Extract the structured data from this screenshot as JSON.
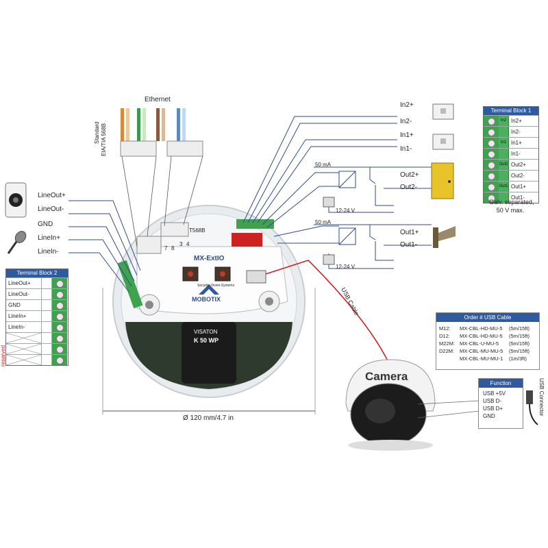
{
  "ethernet": {
    "title": "Ethernet",
    "standard_line1": "Standard",
    "standard_line2": "EIA/TIA 568B"
  },
  "device": {
    "name": "MX-ExtIO",
    "brand": "MOBOTIX",
    "tagline": "Security-Vision-Systems",
    "speaker_brand": "VISATON",
    "speaker_model": "K 50 WP",
    "diameter": "Ø 120 mm/4.7 in",
    "t568_label": "T568B",
    "pin_numbers": [
      "7",
      "8",
      "3",
      "4"
    ]
  },
  "left_signals": [
    "LineOut+",
    "LineOut-",
    "GND",
    "LineIn+",
    "LineIn-"
  ],
  "right_signals": {
    "inputs": [
      "In2+",
      "In2-",
      "In1+",
      "In1-"
    ],
    "outputs": [
      "Out2+",
      "Out2-",
      "Out1+",
      "Out1-"
    ],
    "current_label": "50 mA",
    "voltage_label": "12-24 V"
  },
  "terminal_block_1": {
    "title": "Terminal Block 1",
    "rows": [
      "In2+",
      "In2-",
      "In1+",
      "In1-",
      "Out2+",
      "Out2-",
      "Out1+",
      "Out1-"
    ],
    "groups": [
      "In2",
      "In1",
      "Out2",
      "Out1"
    ],
    "note_line1": "Galv. separated,",
    "note_line2": "50 V max."
  },
  "terminal_block_2": {
    "title": "Terminal Block 2",
    "rows": [
      "LineOut+",
      "LineOut-",
      "GND",
      "LineIn+",
      "LineIn-",
      "",
      "",
      ""
    ],
    "reserved_label": "reserved"
  },
  "usb_cable_label": "USB Cable",
  "order_table": {
    "title": "Order # USB Cable",
    "rows": [
      {
        "model": "M12:",
        "part": "MX-CBL-HD-MU-5",
        "len": "(5m/15ft)"
      },
      {
        "model": "D12:",
        "part": "MX-CBL-HD-MU-5",
        "len": "(5m/15ft)"
      },
      {
        "model": "M22M:",
        "part": "MX-CBL-U-MU-5",
        "len": "(5m/15ft)"
      },
      {
        "model": "D22M:",
        "part": "MX-CBL-MU-MU-5",
        "len": "(5m/15ft)"
      },
      {
        "model": "",
        "part": "MX-CBL-MU-MU-1",
        "len": "(1m/3ft)"
      }
    ]
  },
  "function_box": {
    "title": "Function",
    "rows": [
      "USB +5V",
      "USB D-",
      "USB D+",
      "GND"
    ],
    "connector_label": "USB Connector"
  },
  "camera_label": "Camera",
  "colors": {
    "accent": "#2f5b9e",
    "wire": "#2f4a8a",
    "red_wire": "#cc2222",
    "terminal_green": "#3fa34d"
  }
}
